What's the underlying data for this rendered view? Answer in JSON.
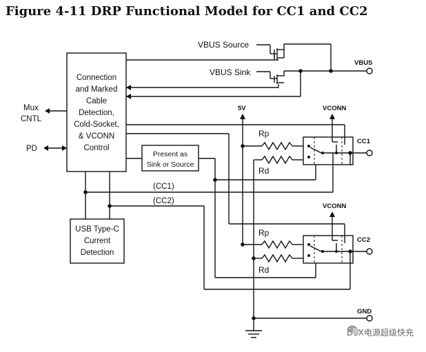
{
  "title": "Figure 4-11  DRP Functional Model for CC1 and CC2",
  "control_block": {
    "line1": "Connection",
    "line2": "and Marked",
    "line3": "Cable",
    "line4": "Detection,",
    "line5": "Cold-Socket,",
    "line6": "& VCONN",
    "line7": "Control"
  },
  "current_block": {
    "line1": "USB Type-C",
    "line2": "Current",
    "line3": "Detection"
  },
  "present_block": {
    "line1": "Present as",
    "line2": "Sink or Source"
  },
  "labels": {
    "vbus_source": "VBUS Source",
    "vbus_sink": "VBUS Sink",
    "vbus": "VBUS",
    "mux": "Mux",
    "cntl": "CNTL",
    "pd": "PD",
    "five_v": "5V",
    "vconn1": "VCONN",
    "vconn2": "VCONN",
    "rp1": "Rp",
    "rd1": "Rd",
    "rp2": "Rp",
    "rd2": "Rd",
    "cc1": "CC1",
    "cc2": "CC2",
    "cc1_paren": "(CC1)",
    "cc2_paren": "(CC2)",
    "gnd": "GND"
  },
  "watermark": "DSX电源超级快充"
}
